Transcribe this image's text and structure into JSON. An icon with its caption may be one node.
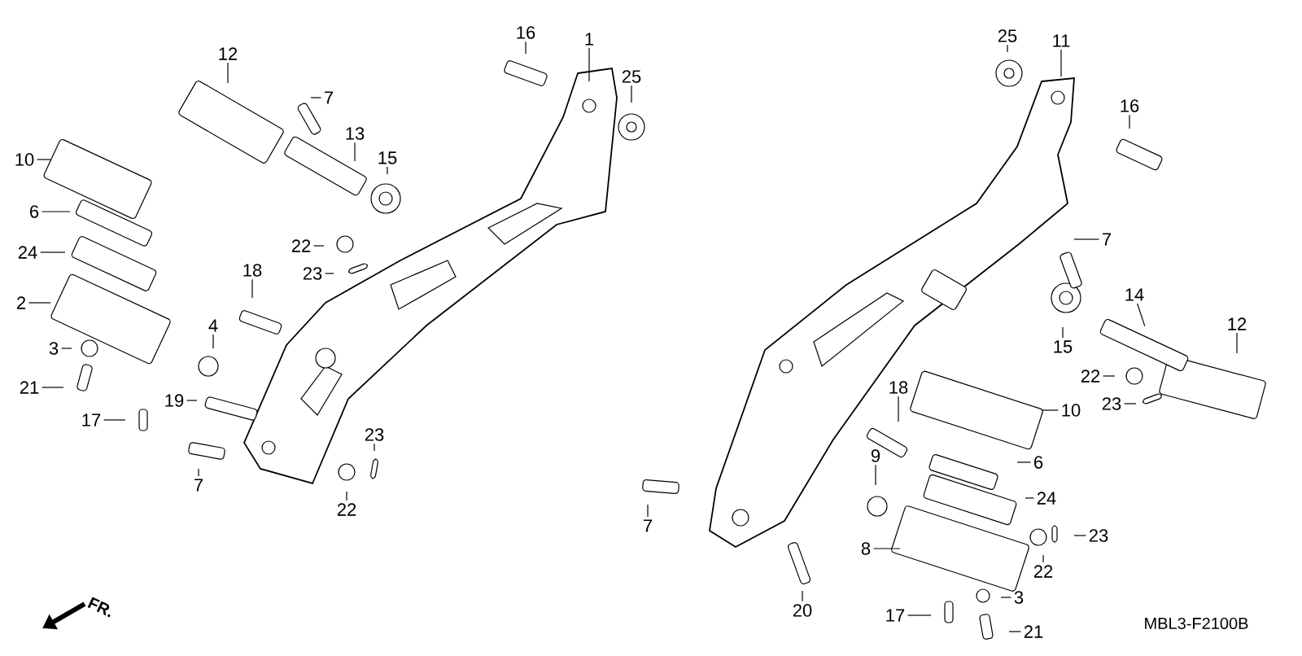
{
  "diagram": {
    "nodes": [
      {
        "text": [
          "16"
        ]
      },
      {
        "text": [
          "1"
        ]
      },
      {
        "text": [
          "25"
        ]
      },
      {
        "text": [
          "12"
        ]
      },
      {
        "text": [
          "7"
        ]
      },
      {
        "text": [
          "13"
        ]
      },
      {
        "text": [
          "15"
        ]
      },
      {
        "text": [
          "10"
        ]
      },
      {
        "text": [
          "6"
        ]
      },
      {
        "text": [
          "22"
        ]
      },
      {
        "text": [
          "24"
        ]
      },
      {
        "text": [
          "23"
        ]
      },
      {
        "text": [
          "18"
        ]
      },
      {
        "text": [
          "2"
        ]
      },
      {
        "text": [
          "4"
        ]
      },
      {
        "text": [
          "3"
        ]
      },
      {
        "text": [
          "21"
        ]
      },
      {
        "text": [
          "19"
        ]
      },
      {
        "text": [
          "17"
        ]
      },
      {
        "text": [
          "7"
        ]
      },
      {
        "text": [
          "23"
        ]
      },
      {
        "text": [
          "22"
        ]
      },
      {
        "text": [
          "25"
        ]
      },
      {
        "text": [
          "11"
        ]
      },
      {
        "text": [
          "16"
        ]
      },
      {
        "text": [
          "7"
        ]
      },
      {
        "text": [
          "14"
        ]
      },
      {
        "text": [
          "15"
        ]
      },
      {
        "text": [
          "12"
        ]
      },
      {
        "text": [
          "22"
        ]
      },
      {
        "text": [
          "23"
        ]
      },
      {
        "text": [
          "10"
        ]
      },
      {
        "text": [
          "18"
        ]
      },
      {
        "text": [
          "6"
        ]
      },
      {
        "text": [
          "9"
        ]
      },
      {
        "text": [
          "24"
        ]
      },
      {
        "text": [
          "8"
        ]
      },
      {
        "text": [
          "23"
        ]
      },
      {
        "text": [
          "22"
        ]
      },
      {
        "text": [
          "20"
        ]
      },
      {
        "text": [
          "3"
        ]
      },
      {
        "text": [
          "17"
        ]
      },
      {
        "text": [
          "21"
        ]
      },
      {
        "text": [
          "7"
        ]
      }
    ],
    "edges": [
      {
        "from": 0,
        "to": null,
        "arrow": "none"
      },
      {
        "from": 1,
        "to": null,
        "arrow": "none"
      },
      {
        "from": 2,
        "to": null,
        "arrow": "none"
      },
      {
        "from": 3,
        "to": null,
        "arrow": "none"
      },
      {
        "from": 4,
        "to": null,
        "arrow": "none"
      },
      {
        "from": 5,
        "to": null,
        "arrow": "none"
      },
      {
        "from": 6,
        "to": null,
        "arrow": "none"
      },
      {
        "from": 7,
        "to": null,
        "arrow": "none"
      },
      {
        "from": 8,
        "to": null,
        "arrow": "none"
      },
      {
        "from": 9,
        "to": null,
        "arrow": "none"
      },
      {
        "from": 10,
        "to": null,
        "arrow": "none"
      },
      {
        "from": 11,
        "to": null,
        "arrow": "none"
      },
      {
        "from": 12,
        "to": null,
        "arrow": "none"
      },
      {
        "from": 13,
        "to": null,
        "arrow": "none"
      },
      {
        "from": 14,
        "to": null,
        "arrow": "none"
      },
      {
        "from": 15,
        "to": null,
        "arrow": "none"
      },
      {
        "from": 16,
        "to": null,
        "arrow": "none"
      },
      {
        "from": 17,
        "to": null,
        "arrow": "none"
      },
      {
        "from": 18,
        "to": null,
        "arrow": "none"
      },
      {
        "from": 19,
        "to": null,
        "arrow": "none"
      },
      {
        "from": 20,
        "to": null,
        "arrow": "none"
      },
      {
        "from": 21,
        "to": null,
        "arrow": "none"
      },
      {
        "from": 22,
        "to": null,
        "arrow": "none"
      },
      {
        "from": 23,
        "to": null,
        "arrow": "none"
      },
      {
        "from": 24,
        "to": null,
        "arrow": "none"
      },
      {
        "from": 25,
        "to": null,
        "arrow": "none"
      },
      {
        "from": 26,
        "to": null,
        "arrow": "none"
      },
      {
        "from": 27,
        "to": null,
        "arrow": "none"
      },
      {
        "from": 28,
        "to": null,
        "arrow": "none"
      },
      {
        "from": 29,
        "to": null,
        "arrow": "none"
      },
      {
        "from": 30,
        "to": null,
        "arrow": "none"
      },
      {
        "from": 31,
        "to": null,
        "arrow": "none"
      },
      {
        "from": 32,
        "to": null,
        "arrow": "none"
      },
      {
        "from": 33,
        "to": null,
        "arrow": "none"
      },
      {
        "from": 34,
        "to": null,
        "arrow": "none"
      },
      {
        "from": 35,
        "to": null,
        "arrow": "none"
      },
      {
        "from": 36,
        "to": null,
        "arrow": "none"
      },
      {
        "from": 37,
        "to": null,
        "arrow": "none"
      },
      {
        "from": 38,
        "to": null,
        "arrow": "none"
      },
      {
        "from": 39,
        "to": null,
        "arrow": "none"
      },
      {
        "from": 40,
        "to": null,
        "arrow": "none"
      },
      {
        "from": 41,
        "to": null,
        "arrow": "none"
      },
      {
        "from": 42,
        "to": null,
        "arrow": "none"
      },
      {
        "from": 43,
        "to": null,
        "arrow": "none"
      }
    ],
    "labels": [
      "FR.",
      "MBL3-F2100B"
    ]
  }
}
